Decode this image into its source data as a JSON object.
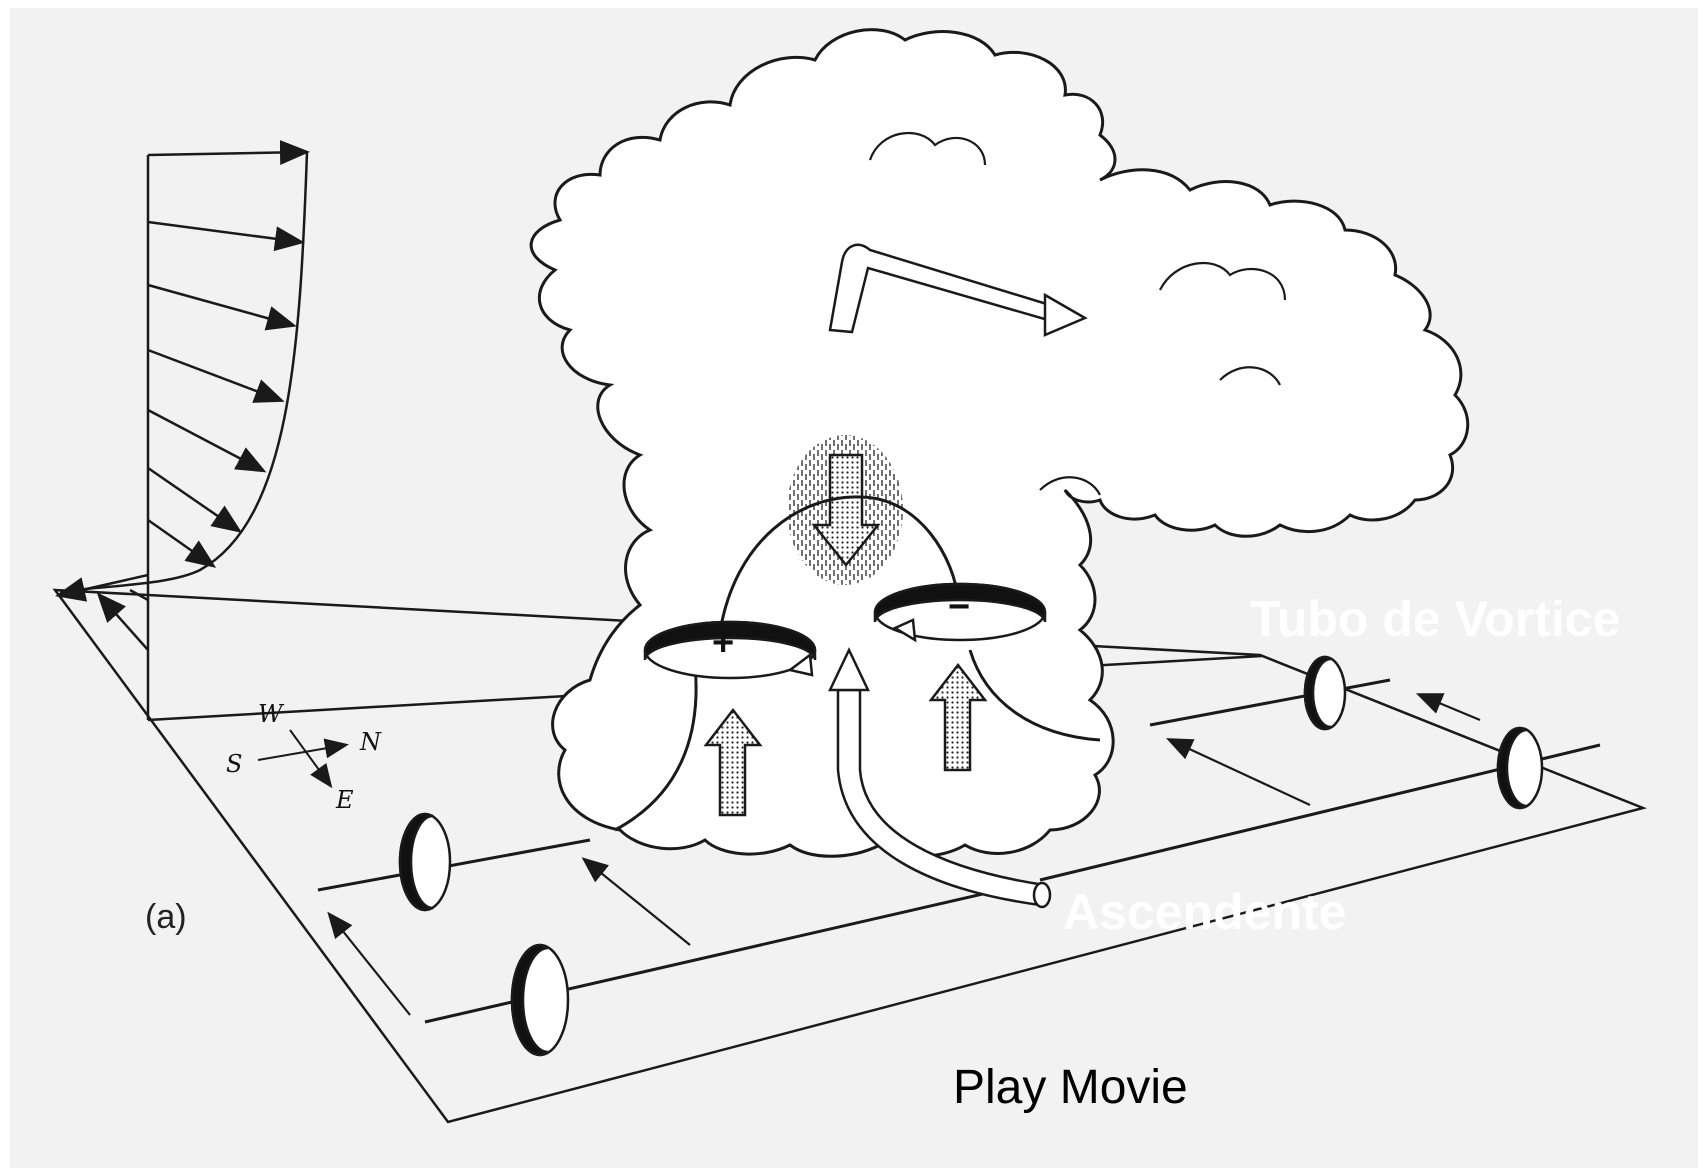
{
  "diagram": {
    "panel_label": "(a)",
    "compass": {
      "west": "W",
      "north": "N",
      "south": "S",
      "east": "E"
    },
    "vortex_signs": {
      "left": "+",
      "right": "−"
    },
    "labels": {
      "vortex_tube": "Tubo de Vortice",
      "updraft": "Ascendente"
    },
    "colors": {
      "background": "#ffffff",
      "paper": "#f2f2f2",
      "ink": "#1a1a1a",
      "overlay_text": "#ffffff"
    }
  },
  "controls": {
    "play_movie_label": "Play Movie"
  }
}
